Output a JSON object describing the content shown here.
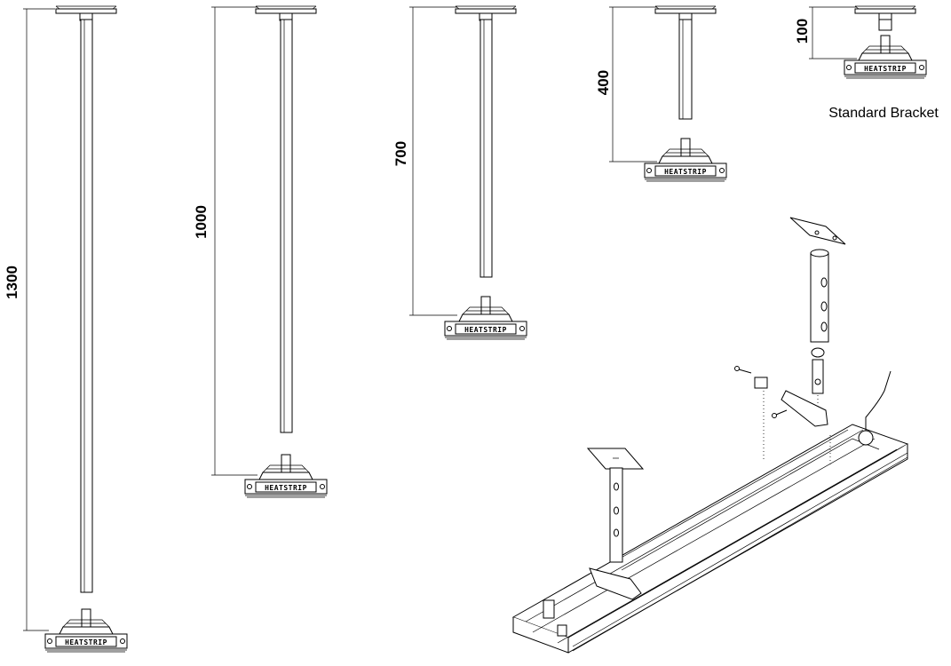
{
  "brand_label": "HEATSTRIP",
  "caption": "Standard Bracket",
  "dimensions": [
    {
      "label": "1300"
    },
    {
      "label": "1000"
    },
    {
      "label": "700"
    },
    {
      "label": "400"
    },
    {
      "label": "100"
    }
  ]
}
